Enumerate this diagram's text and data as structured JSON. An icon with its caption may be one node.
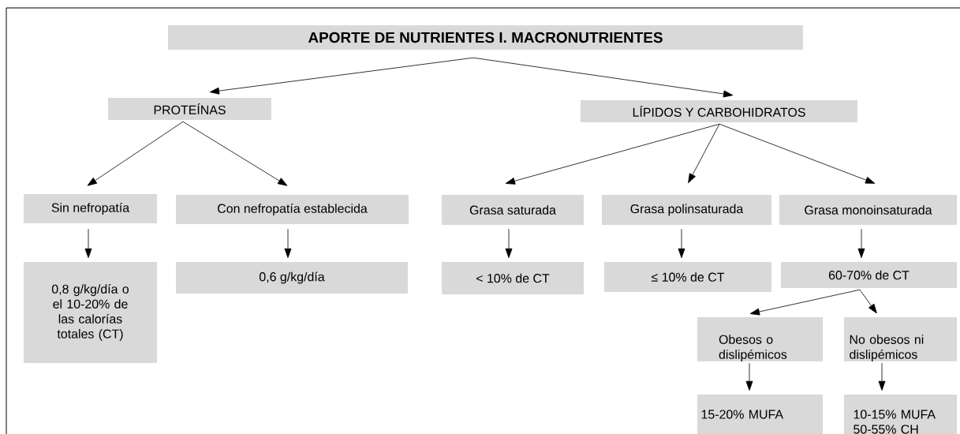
{
  "diagram": {
    "nodes": [
      {
        "text": [
          "APORTE DE NUTRIENTES I. MACRONUTRIENTES"
        ]
      },
      {
        "text": [
          "PROTEÍNAS"
        ]
      },
      {
        "text": [
          "LÍPIDOS Y CARBOHIDRATOS"
        ]
      },
      {
        "text": [
          "Sin nefropatía"
        ]
      },
      {
        "text": [
          "Con nefropatía establecida"
        ]
      },
      {
        "text": [
          "Grasa saturada"
        ]
      },
      {
        "text": [
          "Grasa polinsaturada"
        ]
      },
      {
        "text": [
          "Grasa monoinsaturada"
        ]
      },
      {
        "text": [
          "0,8 g/kg/día o el 10-20% de las calorías totales (CT)"
        ]
      },
      {
        "text": [
          "0,6 g/kg/día"
        ]
      },
      {
        "text": [
          "< 10% de CT"
        ]
      },
      {
        "text": [
          "≤ 10% de CT"
        ]
      },
      {
        "text": [
          "60-70% de CT"
        ]
      },
      {
        "text": [
          "Obesos o dislipémicos"
        ]
      },
      {
        "text": [
          "No obesos ni dislipémicos"
        ]
      },
      {
        "text": [
          "15-20% MUFA"
        ]
      },
      {
        "text": [
          "10-15% MUFA 50-55% CH"
        ]
      }
    ],
    "edges": [
      {
        "from": 0,
        "to": 1,
        "arrow": "to"
      },
      {
        "from": 0,
        "to": 2,
        "arrow": "to"
      },
      {
        "from": 1,
        "to": 3,
        "arrow": "to"
      },
      {
        "from": 1,
        "to": 4,
        "arrow": "to"
      },
      {
        "from": 2,
        "to": 5,
        "arrow": "to"
      },
      {
        "from": 2,
        "to": 6,
        "arrow": "to"
      },
      {
        "from": 2,
        "to": 7,
        "arrow": "to"
      },
      {
        "from": 3,
        "to": 8,
        "arrow": "to"
      },
      {
        "from": 4,
        "to": 9,
        "arrow": "to"
      },
      {
        "from": 5,
        "to": 10,
        "arrow": "to"
      },
      {
        "from": 6,
        "to": 11,
        "arrow": "to"
      },
      {
        "from": 7,
        "to": 12,
        "arrow": "to"
      },
      {
        "from": 12,
        "to": 13,
        "arrow": "to"
      },
      {
        "from": 12,
        "to": 14,
        "arrow": "to"
      },
      {
        "from": 13,
        "to": 15,
        "arrow": "to"
      },
      {
        "from": 14,
        "to": 16,
        "arrow": "to"
      }
    ]
  }
}
